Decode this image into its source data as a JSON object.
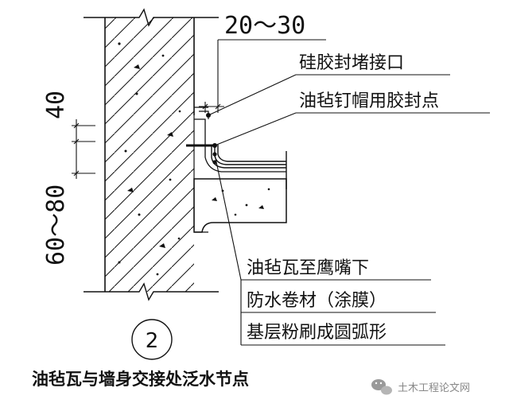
{
  "dimensions": {
    "top_gap": "20～30",
    "vertical_top": "40",
    "vertical_bottom": "60～80"
  },
  "callouts": {
    "silicone_seal": "硅胶封堵接口",
    "nail_cap_seal": "油毡钉帽用胶封点",
    "felt_tile": "油毡瓦至鹰嘴下",
    "waterproof_membrane": "防水卷材（涂膜）",
    "base_plaster": "基层粉刷成圆弧形"
  },
  "detail_number": "2",
  "caption": "油毡瓦与墙身交接处泛水节点",
  "watermark": {
    "icon": "wechat-icon",
    "text": "土木工程论文网"
  },
  "colors": {
    "line": "#111111",
    "background": "#ffffff",
    "watermark": "#888888"
  }
}
